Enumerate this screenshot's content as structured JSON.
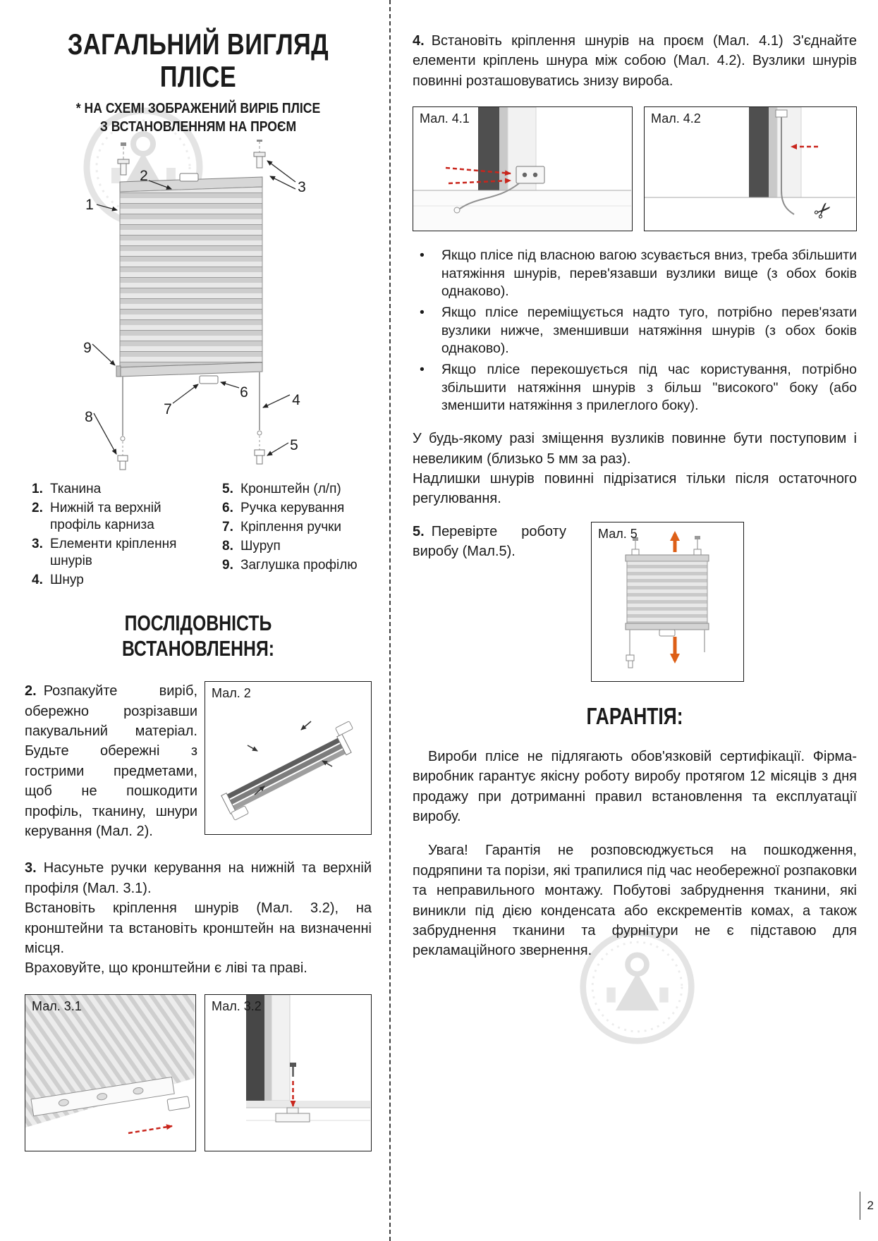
{
  "page": {
    "number": "2"
  },
  "colors": {
    "arrow_red": "#c9251c",
    "arrow_orange": "#dd5f17",
    "text": "#1a1a1a"
  },
  "icons": {
    "scissors": "✂",
    "bullet": "•"
  },
  "figures": {
    "fig2": "Мал. 2",
    "fig31": "Мал. 3.1",
    "fig32": "Мал. 3.2",
    "fig41": "Мал. 4.1",
    "fig42": "Мал. 4.2",
    "fig5": "Мал. 5"
  },
  "diagram": {
    "callouts": [
      "1",
      "2",
      "3",
      "4",
      "5",
      "6",
      "7",
      "8",
      "9"
    ]
  },
  "left": {
    "title1": "ЗАГАЛЬНИЙ ВИГЛЯД",
    "title2": "ПЛІСЕ",
    "subtitle1": "* НА СХЕМІ ЗОБРАЖЕНИЙ ВИРІБ ПЛІСЕ",
    "subtitle2": "З ВСТАНОВЛЕННЯМ НА ПРОЄМ",
    "legend_col1": [
      {
        "num": "1.",
        "text": "Тканина"
      },
      {
        "num": "2.",
        "text": "Нижній та верхній профіль карниза"
      },
      {
        "num": "3.",
        "text": "Елементи кріплення шнурів"
      },
      {
        "num": "4.",
        "text": "Шнур"
      }
    ],
    "legend_col2": [
      {
        "num": "5.",
        "text": "Кронштейн (л/п)"
      },
      {
        "num": "6.",
        "text": "Ручка керування"
      },
      {
        "num": "7.",
        "text": "Кріплення ручки"
      },
      {
        "num": "8.",
        "text": "Шуруп"
      },
      {
        "num": "9.",
        "text": "Заглушка профілю"
      }
    ],
    "seq_heading": "ПОСЛІДОВНІСТЬ ВСТАНОВЛЕННЯ:",
    "step2": {
      "num": "2.",
      "text": "Розпакуйте виріб, обережно розрізавши пакувальний матеріал. Будьте обережні з гострими предметами, щоб не пошкодити профіль, тканину, шнури керування (Мал. 2)."
    },
    "step3": {
      "num": "3.",
      "line1": "Насуньте ручки керування на нижній та верхній профіля (Мал. 3.1).",
      "line2": "Встановіть кріплення шнурів (Мал. 3.2), на кронштейни та встановіть кронштейн на визначенні місця.",
      "line3": "Враховуйте, що кронштейни є ліві та праві."
    }
  },
  "right": {
    "step4": {
      "num": "4.",
      "text": "Встановіть кріплення шнурів на проєм (Мал. 4.1) З'єднайте елементи кріплень шнура між собою (Мал. 4.2). Вузлики шнурів повинні розташовуватись знизу вироба."
    },
    "bullets": [
      "Якщо плісе під власною вагою зсувається вниз, треба збільшити натяжіння шнурів, перев'язавши вузлики вище (з обох боків однаково).",
      "Якщо плісе переміщується надто туго, потрібно перев'язати вузлики нижче, зменшивши натяжіння шнурів (з обох боків однаково).",
      "Якщо плісе перекошується під час користування, потрібно збільшити натяжіння шнурів з більш \"високого\" боку (або зменшити натяжіння з прилеглого боку)."
    ],
    "note1": "У будь-якому разі зміщення вузликів повинне бути поступовим і невеликим (близько 5 мм за раз).",
    "note2": "Надлишки шнурів повинні підрізатися тільки після остаточного регулювання.",
    "step5": {
      "num": "5.",
      "text": "Перевірте роботу виробу (Мал.5)."
    },
    "warranty": {
      "heading": "ГАРАНТІЯ:",
      "p1": "Вироби плісе не підлягають обов'язковій сертифікації. Фірма-виробник гарантує якісну роботу виробу протягом 12 місяців з дня продажу при дотриманні правил встановлення та експлуатації виробу.",
      "p2": "Увага! Гарантія не розповсюджується на пошкодження, подряпини та порізи, які трапилися під час необережної розпаковки та неправильного монтажу. Побутові забруднення тканини, які виникли під дією конденсата або екскрементів комах, а також забруднення тканини та фурнітури не є підставою для рекламаційного звернення."
    }
  }
}
